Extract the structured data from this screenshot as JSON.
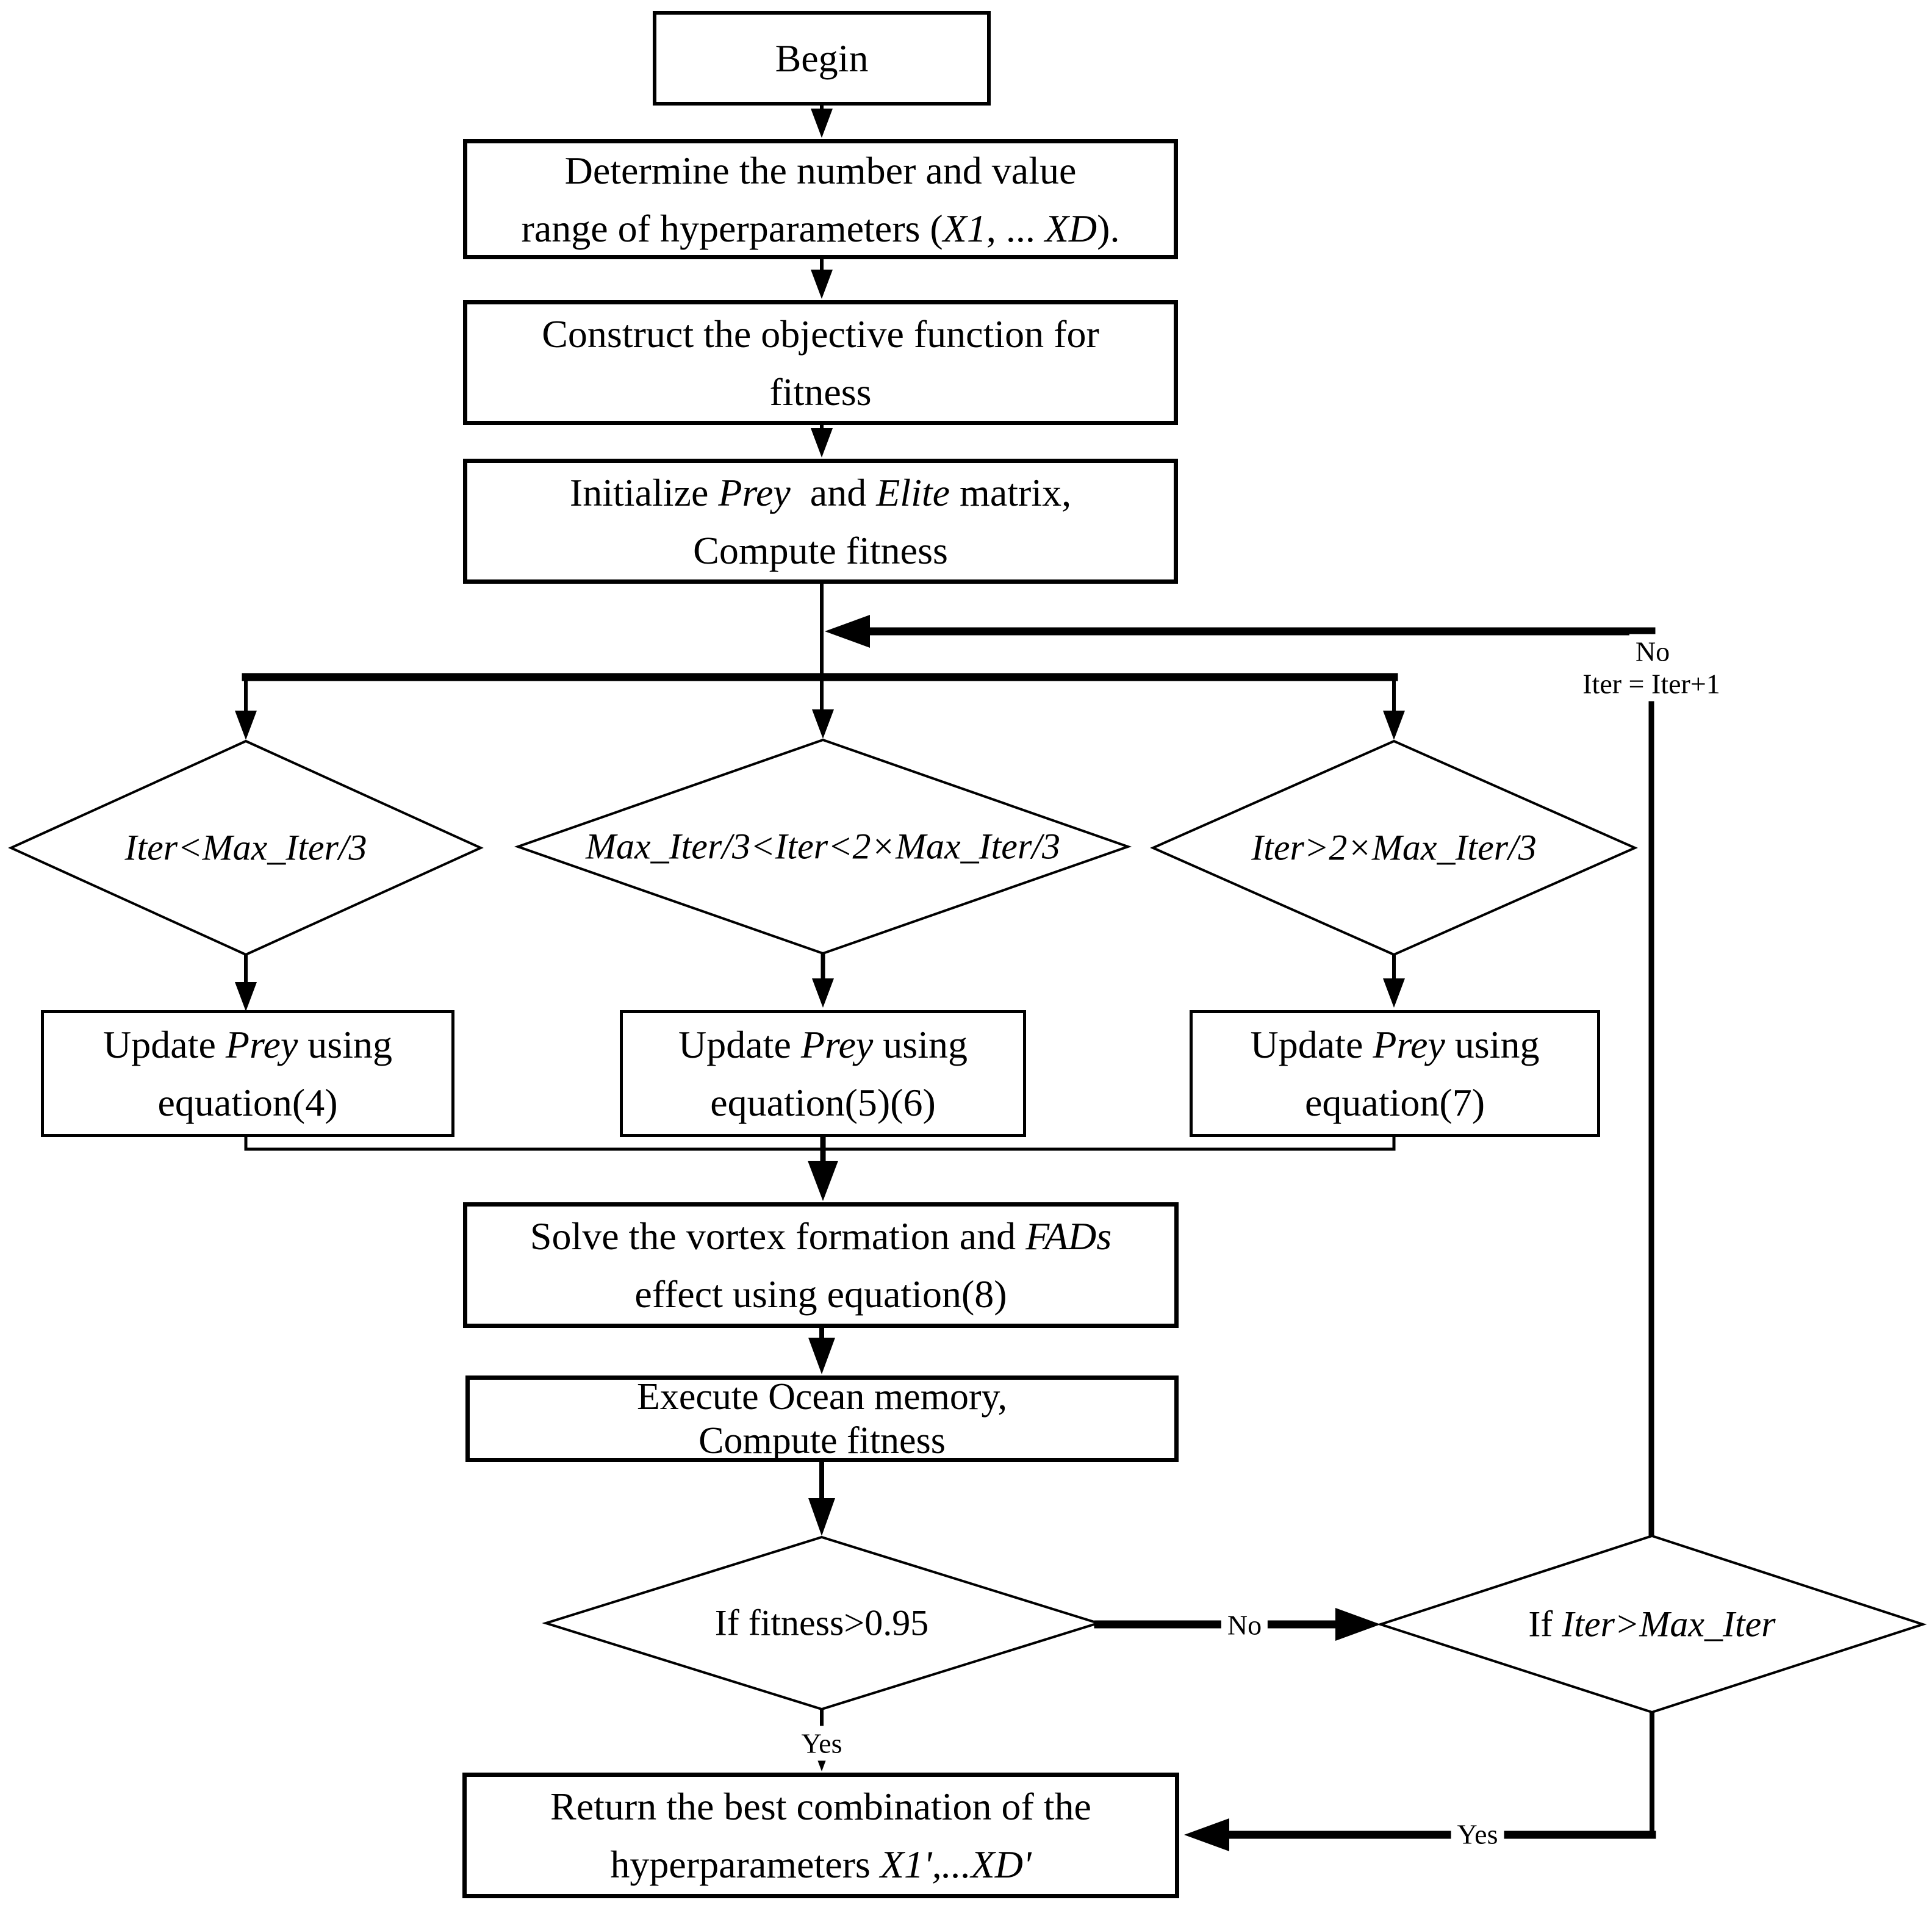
{
  "colors": {
    "ink": "#000000",
    "bg": "#ffffff"
  },
  "nodes": {
    "begin": {
      "text": "Begin"
    },
    "determine": {
      "l1": "Determine the number and value",
      "l2a": "range of hyperparameters (",
      "l2b": "X1",
      "l2c": ", ... ",
      "l2d": "XD",
      "l2e": ")."
    },
    "construct": {
      "l1": "Construct the objective function for",
      "l2": "fitness"
    },
    "initialize": {
      "l1a": "Initialize ",
      "l1b": "Prey",
      "l1c": " and ",
      "l1d": "Elite",
      "l1e": " matrix,",
      "l2": "Compute fitness"
    },
    "update1": {
      "l1a": "Update ",
      "l1b": "Prey",
      "l1c": " using",
      "l2": "equation(4)"
    },
    "update2": {
      "l1a": "Update ",
      "l1b": "Prey",
      "l1c": " using",
      "l2": "equation(5)(6)"
    },
    "update3": {
      "l1a": "Update ",
      "l1b": "Prey",
      "l1c": " using",
      "l2": "equation(7)"
    },
    "solve": {
      "l1a": "Solve the vortex formation and ",
      "l1b": "FADs",
      "l2": "effect using equation(8)"
    },
    "execute": {
      "l1": "Execute Ocean memory,",
      "l2": "Compute fitness"
    },
    "return": {
      "l1": "Return the best combination of the",
      "l2a": "hyperparameters ",
      "l2b": "X1',...XD'"
    }
  },
  "decisions": {
    "d1": {
      "text": "Iter<Max_Iter/3"
    },
    "d2": {
      "text": "Max_Iter/3<Iter<2×Max_Iter/3"
    },
    "d3": {
      "text": "Iter>2×Max_Iter/3"
    },
    "fitness": {
      "text": "If fitness>0.95"
    },
    "iter": {
      "a": "If ",
      "b": "Iter>Max_Iter"
    }
  },
  "edge_labels": {
    "no_top": "No",
    "iter_inc": "Iter = Iter+1",
    "yes_bottom": "Yes",
    "no_mid": "No",
    "yes_right": "Yes"
  }
}
